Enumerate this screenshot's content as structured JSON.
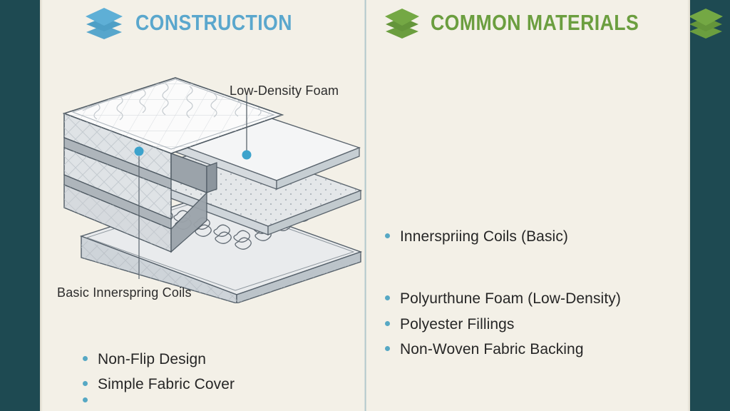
{
  "colors": {
    "frame": "#1e4a52",
    "panel": "#f3f0e7",
    "divider": "#a9c3ca",
    "heading_blue": "#5aa7cd",
    "heading_green": "#6b9e3f",
    "bullet_dot": "#56a8c4",
    "callout_dot": "#3da3cc",
    "body_text": "#262626"
  },
  "left_panel": {
    "heading": "CONSTRUCTION",
    "icon": "layers-stack-icon",
    "diagram": {
      "name": "mattress-cutaway-illustration",
      "callouts": [
        {
          "label": "Low-Density Foam",
          "marker": "callout-dot"
        },
        {
          "label": "Basic Innerspring Coils",
          "marker": "callout-dot"
        }
      ]
    },
    "bullets": [
      {
        "text": "Non-Flip Design",
        "clipped": false
      },
      {
        "text": "Simple Fabric Cover",
        "clipped": false
      },
      {
        "text": "",
        "clipped": true
      }
    ]
  },
  "right_panel": {
    "heading": "COMMON MATERIALS",
    "icon_left": "layers-stack-icon",
    "icon_right": "layers-stack-icon",
    "bullets": [
      {
        "text": "Innerspriing Coils (Basic)",
        "gap_after": true
      },
      {
        "text": "Polyurthune Foam (Low-Density)",
        "gap_after": false
      },
      {
        "text": "Polyester Fillings",
        "gap_after": false
      },
      {
        "text": "Non-Woven Fabric Backing",
        "gap_after": false
      }
    ]
  }
}
